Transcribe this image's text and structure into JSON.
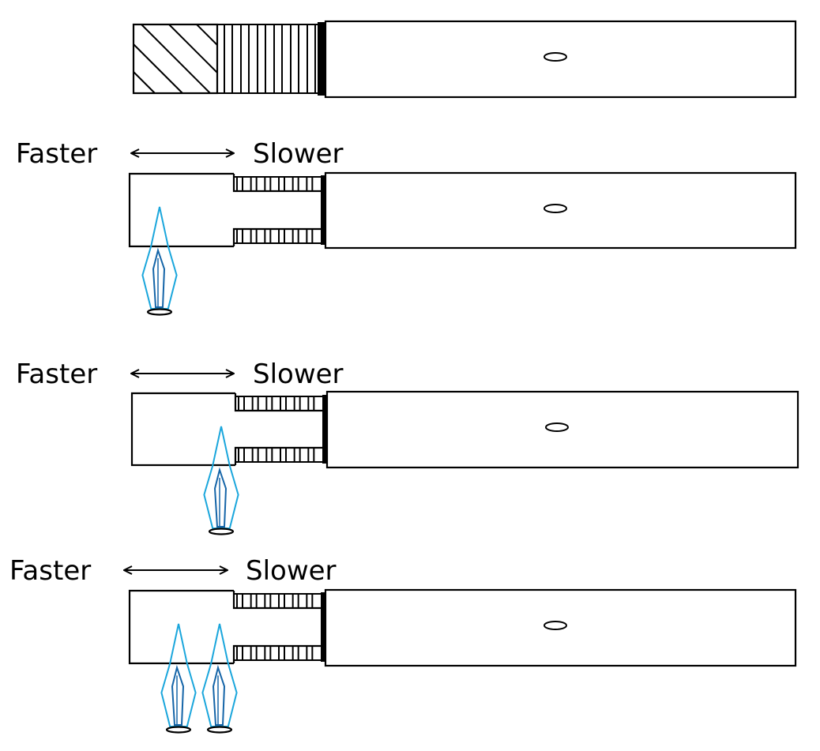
{
  "colors": {
    "line": "#000000",
    "flame_outer": "#1aa6dc",
    "flame_inner": "#1565a8",
    "background": "#ffffff"
  },
  "panels": [
    {
      "id": "panel-1",
      "insulated_end": true,
      "labels": null,
      "burners": 0
    },
    {
      "id": "panel-2",
      "insulated_end": false,
      "labels": {
        "left": "Faster",
        "right": "Slower"
      },
      "burners": 1
    },
    {
      "id": "panel-3",
      "insulated_end": false,
      "labels": {
        "left": "Faster",
        "right": "Slower"
      },
      "burners": 1
    },
    {
      "id": "panel-4",
      "insulated_end": false,
      "labels": {
        "left": "Faster",
        "right": "Slower"
      },
      "burners": 2
    }
  ]
}
